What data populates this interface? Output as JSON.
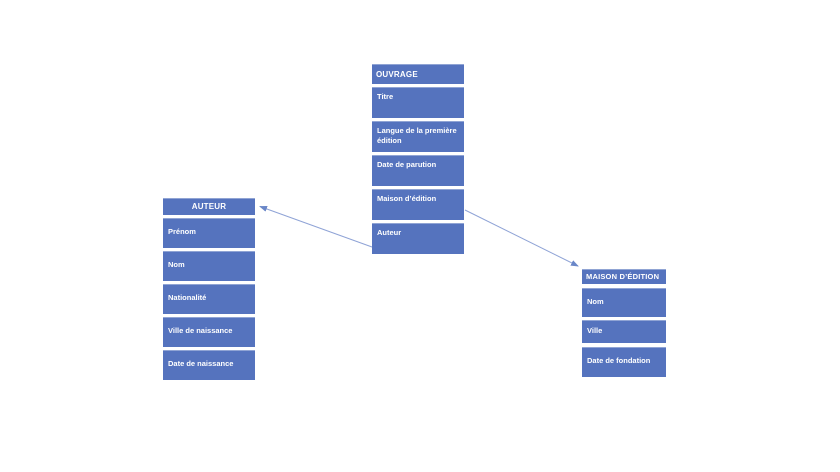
{
  "colors": {
    "canvas_bg": "#ffffff",
    "entity_fill": "#5573BE",
    "entity_text": "#ffffff",
    "connector": "#8FA3D6",
    "arrowhead": "#6A87C8"
  },
  "diagram": {
    "type": "entity-relationship",
    "entities": [
      {
        "id": "ouvrage",
        "title": "OUVRAGE",
        "rows": [
          "Titre",
          "Langue de la première édition",
          "Date de parution",
          "Maison d’édition",
          "Auteur"
        ]
      },
      {
        "id": "auteur",
        "title": "AUTEUR",
        "rows": [
          "Prénom",
          "Nom",
          "Nationalité",
          "Ville de naissance",
          "Date de naissance"
        ]
      },
      {
        "id": "maison-edition",
        "title": "MAISON D’ÉDITION",
        "rows": [
          "Nom",
          "Ville",
          "Date de fondation"
        ]
      }
    ],
    "connectors": [
      {
        "from": "OUVRAGE / Auteur",
        "to": "AUTEUR"
      },
      {
        "from": "OUVRAGE / Maison d’édition",
        "to": "MAISON D’ÉDITION"
      }
    ]
  }
}
